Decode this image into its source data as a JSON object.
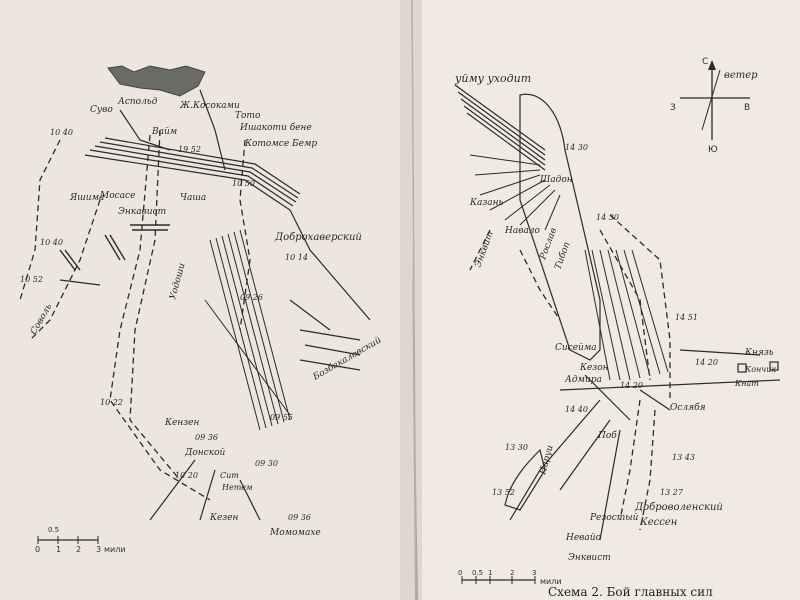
{
  "left_page": {
    "labels": [
      "Суво",
      "Аспольд",
      "Ж.Косоками",
      "Тото",
      "Ишакоти бене",
      "Котомсе Бемр",
      "Вайм",
      "Яшима",
      "Мосасе",
      "Чаша",
      "Энкавист",
      "Уодоши",
      "Доброхаверский",
      "Бозбакаловский",
      "Кензен",
      "Донской",
      "Сит",
      "Нетем",
      "Кезен",
      "Момомахе",
      "Соволь"
    ],
    "times": [
      "10 40",
      "19 52",
      "10 50",
      "10 14",
      "09 55",
      "09 36",
      "09 30",
      "09 36",
      "09 26",
      "10 22",
      "10 40",
      "10 52",
      "10 20"
    ],
    "scale": {
      "ticks": [
        "0",
        "1",
        "2",
        "3"
      ],
      "units": "мили",
      "sub": "0.5"
    }
  },
  "right_page": {
    "top_label": "уйму уходит",
    "compass": {
      "n": "С",
      "s": "Ю",
      "w": "З",
      "e": "В",
      "wind": "ветер"
    },
    "labels": [
      "Шадон",
      "Казань",
      "Навало",
      "Энквит",
      "Рослав",
      "Кезон",
      "Ослябя",
      "Князь",
      "Сисейма",
      "Адмира",
      "Кнат",
      "Резостый",
      "Невайо",
      "Доброволенский",
      "Кессен",
      "Энквист",
      "Кончик",
      "Наруи",
      "Тибоп",
      "Поб"
    ],
    "times": [
      "14 30",
      "14 30",
      "14 51",
      "14 20",
      "14 40",
      "13 30",
      "13 43",
      "13 27",
      "14 20",
      "13 52"
    ],
    "scale": {
      "ticks": [
        "0",
        "0.5",
        "1",
        "2",
        "3"
      ],
      "units": "мили"
    },
    "caption": "Схема 2. Бой главных сил"
  },
  "colors": {
    "paper_left": "#ece6de",
    "paper_right": "#f0eae2",
    "ink": "#2b2b2b",
    "gutter": "#c9c0b5",
    "background": "#3b3733"
  }
}
